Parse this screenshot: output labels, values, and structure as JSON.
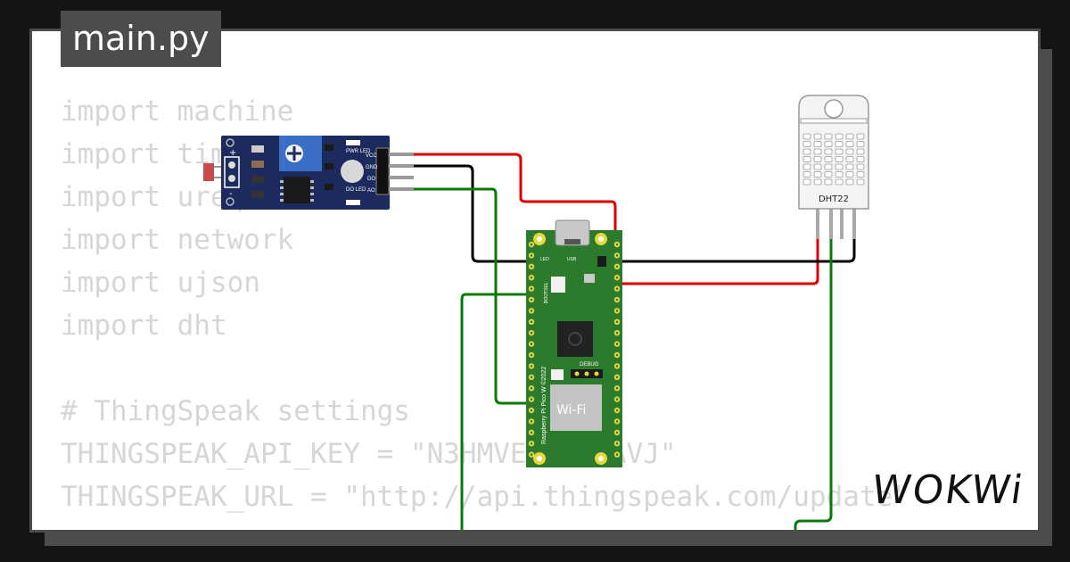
{
  "tab": {
    "filename": "main.py"
  },
  "code_lines": [
    "import machine",
    "import time",
    "import urequests",
    "import network",
    "import ujson",
    "import dht",
    "",
    "# ThingSpeak settings",
    "THINGSPEAK_API_KEY = \"N3HMVE3HURLAVJ\"",
    "THINGSPEAK_URL = \"http://api.thingspeak.com/update\""
  ],
  "brand": "WOKWi",
  "sensor_module": {
    "pins": [
      "VCC",
      "GND",
      "DO",
      "AO"
    ],
    "labels": {
      "pwr_led": "PWR LED",
      "do_led": "DO LED",
      "plus": "+",
      "minus": "-"
    }
  },
  "pico": {
    "model_text": "Raspberry Pi Pico W ©2022",
    "wifi": "Wi-Fi",
    "debug": "DEBUG",
    "led": "LED",
    "usb": "USB",
    "bootsel": "BOOTSEL"
  },
  "dht": {
    "label": "DHT22"
  },
  "colors": {
    "background": "#141414",
    "card": "#ffffff",
    "tab": "#4c4c4c",
    "code": "#d6d6d6",
    "wire_red": "#e00000",
    "wire_black": "#000000",
    "wire_green": "#087a08",
    "pcb_blue": "#1c2a5e",
    "pcb_green": "#2c7a2c"
  }
}
